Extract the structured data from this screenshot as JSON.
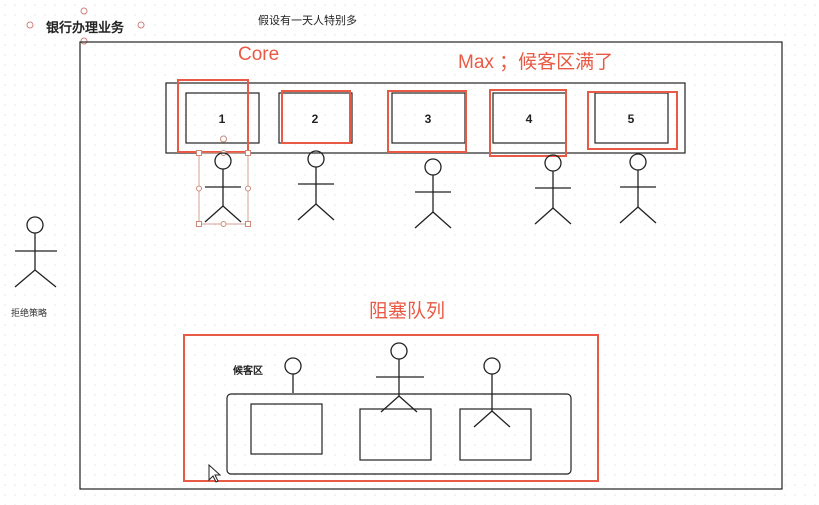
{
  "diagram": {
    "title": "银行办理业务",
    "subtitle": "假设有一天人特别多",
    "core_label": "Core",
    "max_label": "Max ；候客区满了",
    "queue_label": "阻塞队列",
    "waiting_area_label": "候客区",
    "reject_policy_label": "拒绝策略",
    "windows": [
      {
        "number": "1"
      },
      {
        "number": "2"
      },
      {
        "number": "3"
      },
      {
        "number": "4"
      },
      {
        "number": "5"
      }
    ],
    "colors": {
      "highlight": "#e85a45",
      "stroke": "#222222",
      "selection": "#c98a7a"
    }
  }
}
